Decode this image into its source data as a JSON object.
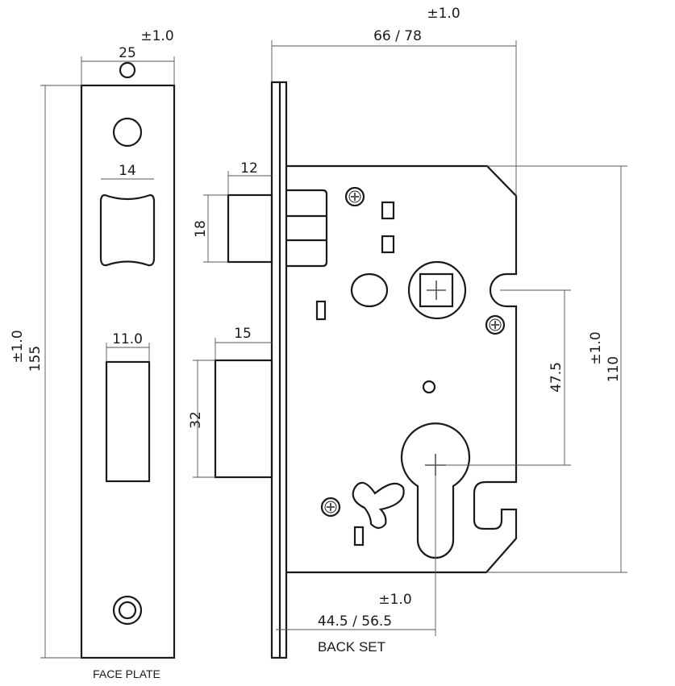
{
  "faceplate": {
    "width_tol": "±1.0",
    "width": "25",
    "latch_width": "14",
    "bolt_width": "11.0",
    "height_tol": "±1.0",
    "height": "155",
    "caption": "FACE PLATE"
  },
  "lockbody": {
    "depth_tol": "±1.0",
    "depth": "66 / 78",
    "latch_projection": "12",
    "latch_height": "18",
    "bolt_projection": "15",
    "bolt_height": "32",
    "centre_distance": "47.5",
    "height_tol": "±1.0",
    "height": "110",
    "backset_tol": "±1.0",
    "backset": "44.5 / 56.5",
    "backset_label": "BACK SET"
  }
}
